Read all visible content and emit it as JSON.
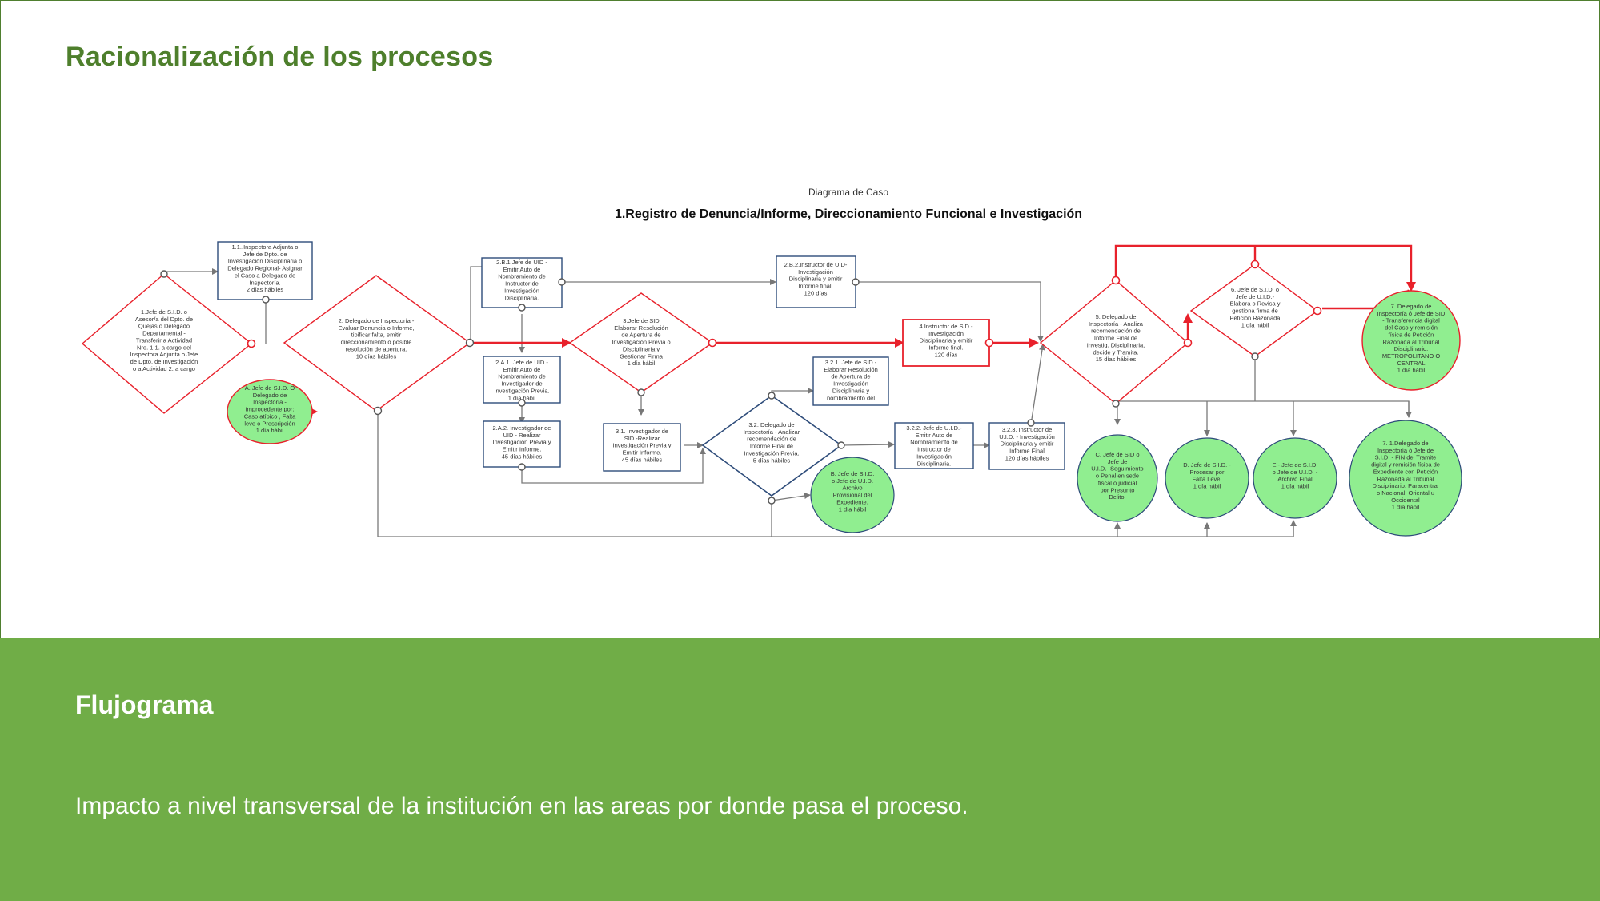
{
  "slide": {
    "title": "Racionalización de los procesos",
    "footer_title": "Flujograma",
    "footer_text": "Impacto a nivel transversal de la institución en las areas por donde pasa el proceso."
  },
  "diagram": {
    "caption": "Diagrama de Caso",
    "title": "1.Registro de Denuncia/Informe, Direccionamiento Funcional e Investigación",
    "nodes": {
      "n1": [
        "1.Jefe de S.I.D. o",
        "Asesor/a del Dpto. de",
        "Quejas o Delegado",
        "Departamental -",
        "Transferir a Actividad",
        "Nro. 1.1. a cargo del",
        "Inspectora Adjunta o Jefe",
        "de Dpto. de Investigación",
        "o a Actividad 2. a cargo"
      ],
      "n11": [
        "1.1..Inspectora Adjunta o",
        "Jefe de Dpto. de",
        "Investigación Disciplinaria o",
        "Delegado Regional- Asignar",
        "el Caso a Delegado de",
        "Inspectoría.",
        "2 días hábiles"
      ],
      "n2": [
        "2. Delegado de Inspectoría -",
        "Evaluar Denuncia o Informe,",
        "tipificar falta, emitir",
        "direccionamiento o posible",
        "resolución de apertura.",
        "10 días hábiles"
      ],
      "nA": [
        "A. Jefe de S.I.D. O",
        "Delegado de",
        "Inspectoría -",
        "Improcedente por:",
        "Caso atípico , Falta",
        "leve o Prescripción",
        "1 día hábil"
      ],
      "n2b1": [
        "2.B.1.Jefe de UID -",
        "Emitir Auto de",
        "Nombramiento de",
        "Instructor de",
        "Investigación",
        "Disciplinaria."
      ],
      "n2a1": [
        "2.A.1. Jefe de UID -",
        "Emitir Auto de",
        "Nombramiento de",
        "Investigador de",
        "Investigación Previa.",
        "1 día hábil"
      ],
      "n2a2": [
        "2.A.2. Investigador de",
        "UID - Realizar",
        "Investigación Previa y",
        "Emitir Informe.",
        "45 días hábiles"
      ],
      "n3": [
        "3.Jefe de SID",
        "Elaborar Resolución",
        "de Apertura de",
        "Investigación Previa o",
        "Disciplinaria y",
        "Gestionar Firma",
        "1 día hábil"
      ],
      "n31": [
        "3.1. Investigador de",
        "SID -Realizar",
        "Investigación Previa y",
        "Emitir Informe.",
        "45 días hábiles"
      ],
      "n2b2": [
        "2.B.2.Instructor de UID-",
        "Investigación",
        "Disciplinaria y emitir",
        "Informe final.",
        "120 días"
      ],
      "n321": [
        "3.2.1. Jefe de SID -",
        "Elaborar Resolución",
        "de Apertura de",
        "Investigación",
        "Disciplinaria y",
        "nombramiento del"
      ],
      "n32": [
        "3.2. Delegado de",
        "Inspectoría - Analizar",
        "recomendación de",
        "Informe Final de",
        "Investigación Previa.",
        "5 días hábiles"
      ],
      "nB": [
        "B. Jefe de S.I.D.",
        "o Jefe de U.I.D.",
        "Archivo",
        "Provisional del",
        "Expediente.",
        "1 día hábil"
      ],
      "n322": [
        "3.2.2. Jefe de U.I.D.-",
        "Emitir Auto de",
        "Nombramiento de",
        "Instructor de",
        "Investigación",
        "Disciplinaria."
      ],
      "n323": [
        "3.2.3. Instructor de",
        "U.I.D. - Investigación",
        "Disciplinaria y emitir",
        "Informe Final",
        "120 días hábiles"
      ],
      "n4": [
        "4.Instructor de SID -",
        "Investigación",
        "Disciplinaria y emitir",
        "Informe final.",
        "120 días"
      ],
      "n5": [
        "5. Delegado de",
        "Inspectoría - Analiza",
        "recomendación de",
        "Informe Final de",
        "Investig. Disciplinaria,",
        "decide y Tramita.",
        "15 días hábiles"
      ],
      "n6": [
        "6. Jefe de S.I.D. o",
        "Jefe de U.I.D.-",
        "Elabora o Revisa y",
        "gestiona firma de",
        "Petición Razonada",
        "1 día hábil"
      ],
      "n7": [
        "7. Delegado de",
        "Inspectoría ó Jefe de SID",
        "- Transferencia digital",
        "del Caso y remisión",
        "física de Petición",
        "Razonada al Tribunal",
        "Disciplinario:",
        "METROPOLITANO O",
        "CENTRAL",
        "1 día hábil"
      ],
      "nC": [
        "C. Jefe de SID o",
        "Jefe de",
        "U.I.D.- Seguimiento",
        "o Penal en sede",
        "fiscal o judicial",
        "por Presunto",
        "Delito."
      ],
      "nD": [
        "D. Jefe de S.I.D. -",
        "Procesar por",
        "Falta Leve.",
        "1 día hábil"
      ],
      "nE": [
        "E - Jefe de S.I.D.",
        "o Jefe de U.I.D. -",
        "Archivo Final",
        "1 día hábil"
      ],
      "n71": [
        "7. 1.Delegado de",
        "Inspectoría ó Jefe de",
        "S.I.D. - FIN del Tramite",
        "digital y remisión física de",
        "Expediente con Petición",
        "Razonada al Tribunal",
        "Disciplinario: Paracentral",
        "o Nacional, Oriental u",
        "Occidental",
        "1 día hábil"
      ]
    }
  }
}
